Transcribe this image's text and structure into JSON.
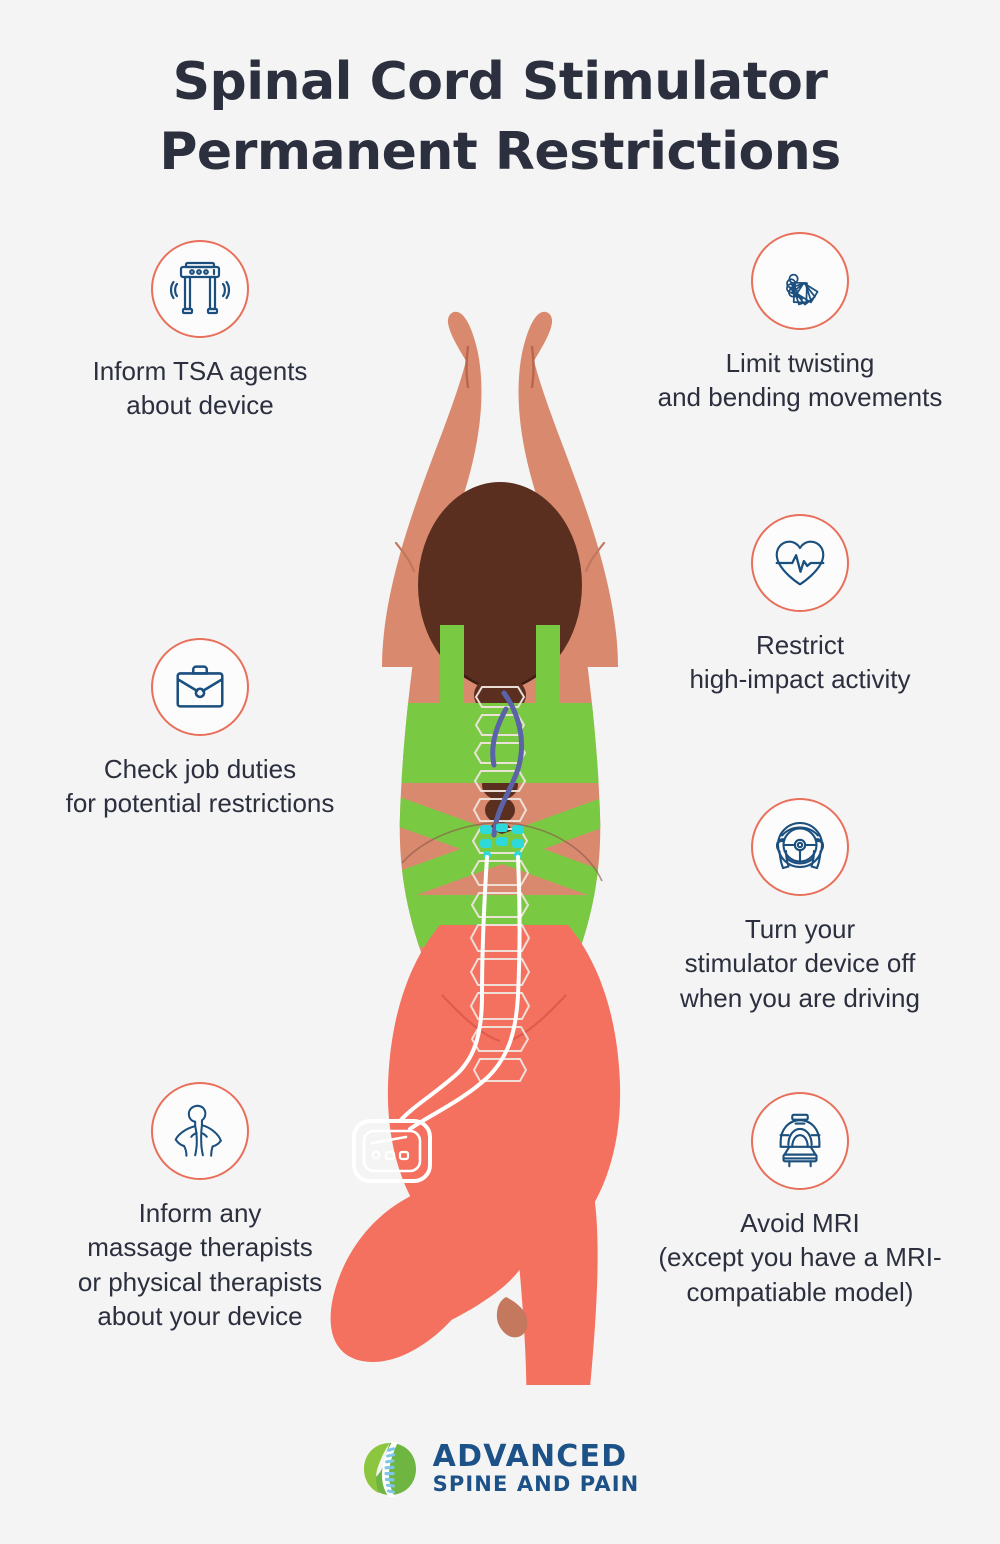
{
  "page": {
    "background_color": "#f4f4f4",
    "text_color": "#2b2f3e",
    "accent_circle_color": "#e8705a",
    "icon_stroke_color": "#1b4f7e"
  },
  "title": {
    "line1": "Spinal Cord Stimulator",
    "line2": "Permanent Restrictions"
  },
  "items": {
    "tsa": {
      "icon": "security-scanner-icon",
      "label": "Inform TSA agents\nabout device"
    },
    "job": {
      "icon": "briefcase-icon",
      "label": "Check job duties\nfor potential restrictions"
    },
    "massage": {
      "icon": "back-pain-person-icon",
      "label": "Inform any\nmassage therapists\nor physical therapists\nabout your device"
    },
    "twist": {
      "icon": "bending-sequence-icon",
      "label": "Limit twisting\nand bending movements"
    },
    "impact": {
      "icon": "heart-pulse-icon",
      "label": "Restrict\nhigh-impact activity"
    },
    "driving": {
      "icon": "steering-wheel-icon",
      "label": "Turn your\nstimulator device off\nwhen you are driving"
    },
    "mri": {
      "icon": "mri-machine-icon",
      "label": "Avoid MRI\n(except you have a MRI-\ncompatiable model)"
    }
  },
  "illustration": {
    "name": "woman-tree-pose-with-spinal-cord-stimulator",
    "skin_color": "#d98a6e",
    "hair_color": "#5b2f20",
    "top_color": "#7ac943",
    "leggings_color": "#f4705f",
    "electrode_color": "#2ed9d9",
    "device_outline_color": "#ffffff"
  },
  "logo": {
    "mark": "spine-leaf-logo-icon",
    "line1": "ADVANCED",
    "line2": "SPINE AND PAIN",
    "color": "#1d5288",
    "leaf_color": "#7ab648"
  }
}
